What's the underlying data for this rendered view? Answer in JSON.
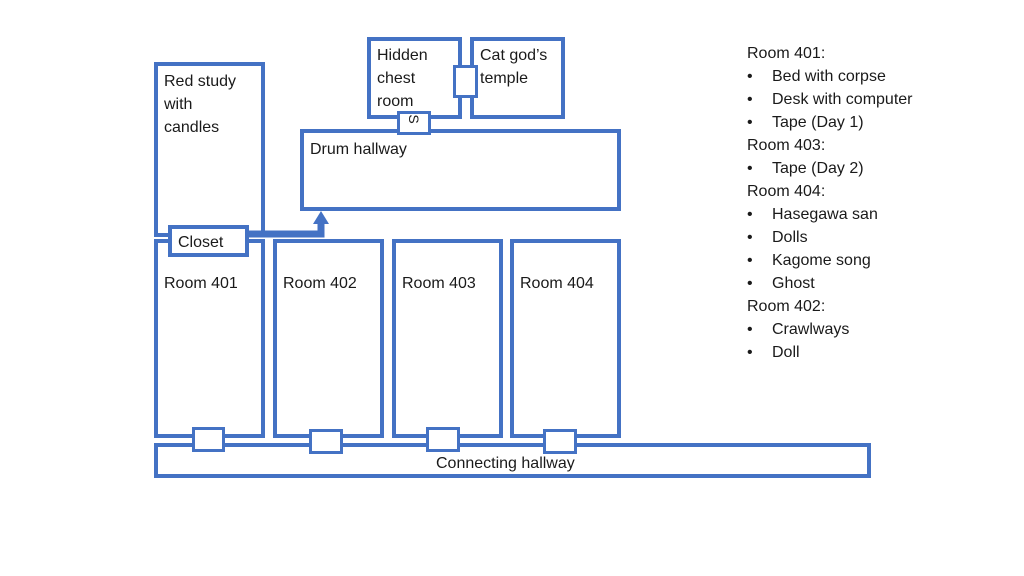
{
  "diagram": {
    "rooms": {
      "red_study": "Red study\nwith\ncandles",
      "hidden_chest": "Hidden\nchest\nroom",
      "cat_temple": "Cat god’s\ntemple",
      "drum_hallway": "Drum hallway",
      "closet": "Closet",
      "room_401": "Room 401",
      "room_402": "Room 402",
      "room_403": "Room 403",
      "room_404": "Room 404",
      "connecting_hallway": "Connecting hallway"
    },
    "secret_door_marker": "S",
    "accent_color": "#4472c4"
  },
  "notes": {
    "bullet": "•",
    "sections": [
      {
        "heading": "Room 401:",
        "items": [
          "Bed with corpse",
          "Desk with computer",
          "Tape (Day 1)"
        ]
      },
      {
        "heading": "Room 403:",
        "items": [
          "Tape (Day 2)"
        ]
      },
      {
        "heading": "Room 404:",
        "items": [
          "Hasegawa san",
          "Dolls",
          "Kagome song",
          "Ghost"
        ]
      },
      {
        "heading": "Room 402:",
        "items": [
          "Crawlways",
          "Doll"
        ]
      }
    ]
  }
}
